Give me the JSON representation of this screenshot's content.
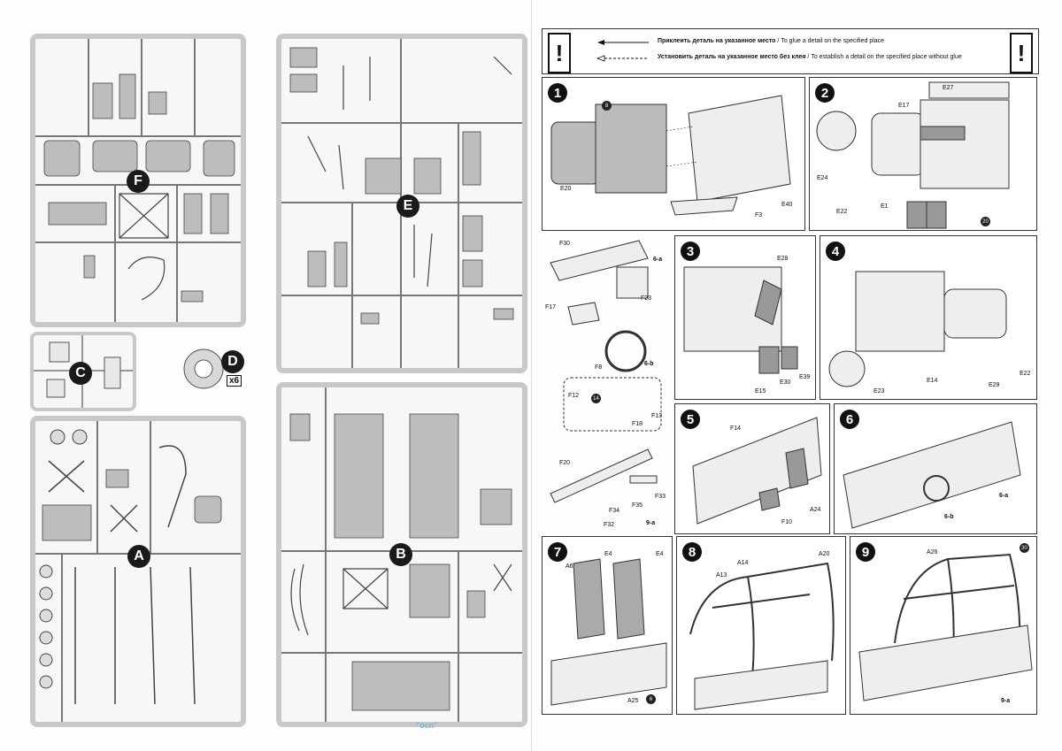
{
  "sprues": {
    "F": "F",
    "E": "E",
    "C": "C",
    "D": "D",
    "D_count": "x6",
    "A": "A",
    "B": "B"
  },
  "legend": {
    "glue_ru": "Приклеить деталь на указанное место",
    "glue_en": "To glue a detail on the specified place",
    "noglue_ru": "Установить деталь на указанное место без клея",
    "noglue_en": "To establish a detail on the specified place without glue",
    "sep": "/",
    "mark": "!"
  },
  "steps": [
    {
      "n": "1",
      "labels": [
        "E20",
        "E40",
        "F3"
      ]
    },
    {
      "n": "2",
      "labels": [
        "E27",
        "E17",
        "E24",
        "E22",
        "E1"
      ]
    },
    {
      "n": "3",
      "labels": [
        "E28",
        "E15",
        "E30",
        "E39"
      ]
    },
    {
      "n": "4",
      "labels": [
        "E14",
        "E23",
        "E29",
        "E22"
      ]
    },
    {
      "n": "5",
      "labels": [
        "F14",
        "A24",
        "F10"
      ]
    },
    {
      "n": "6",
      "labels": [
        "6-a",
        "6-b"
      ]
    },
    {
      "n": "7",
      "labels": [
        "A6",
        "E4",
        "E4",
        "A25"
      ]
    },
    {
      "n": "8",
      "labels": [
        "A14",
        "A20",
        "A13"
      ]
    },
    {
      "n": "9",
      "labels": [
        "A26",
        "9-a"
      ]
    }
  ],
  "substeps": {
    "6a": {
      "labels": [
        "F30",
        "F23",
        "6-a"
      ]
    },
    "6b": {
      "labels": [
        "F17",
        "F8",
        "6-b",
        "F12",
        "F18",
        "F13"
      ]
    },
    "9a": {
      "labels": [
        "F20",
        "F35",
        "F33",
        "F34",
        "F32",
        "9-a"
      ]
    }
  },
  "glue_tags": [
    "20",
    "30",
    "14",
    "6",
    "8"
  ],
  "footer": "\"осп\""
}
